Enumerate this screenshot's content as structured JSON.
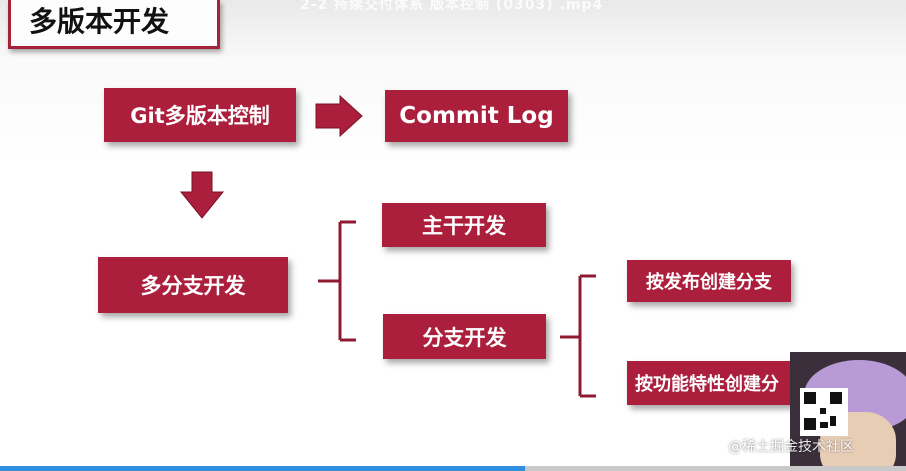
{
  "video": {
    "title": "2-2 持续交付体系 版本控制 (0303) .mp4"
  },
  "slide": {
    "title": "多版本开发",
    "nodes": {
      "git": "Git多版本控制",
      "commit_log": "Commit Log",
      "multi_branch": "多分支开发",
      "trunk": "主干开发",
      "branch": "分支开发",
      "by_release": "按发布创建分支",
      "by_feature": "按功能特性创建分"
    },
    "colors": {
      "node": "#ab1f3c",
      "title_border": "#a5233a"
    }
  },
  "watermark": "@稀土掘金技术社区",
  "progress": {
    "fraction": 0.58
  }
}
